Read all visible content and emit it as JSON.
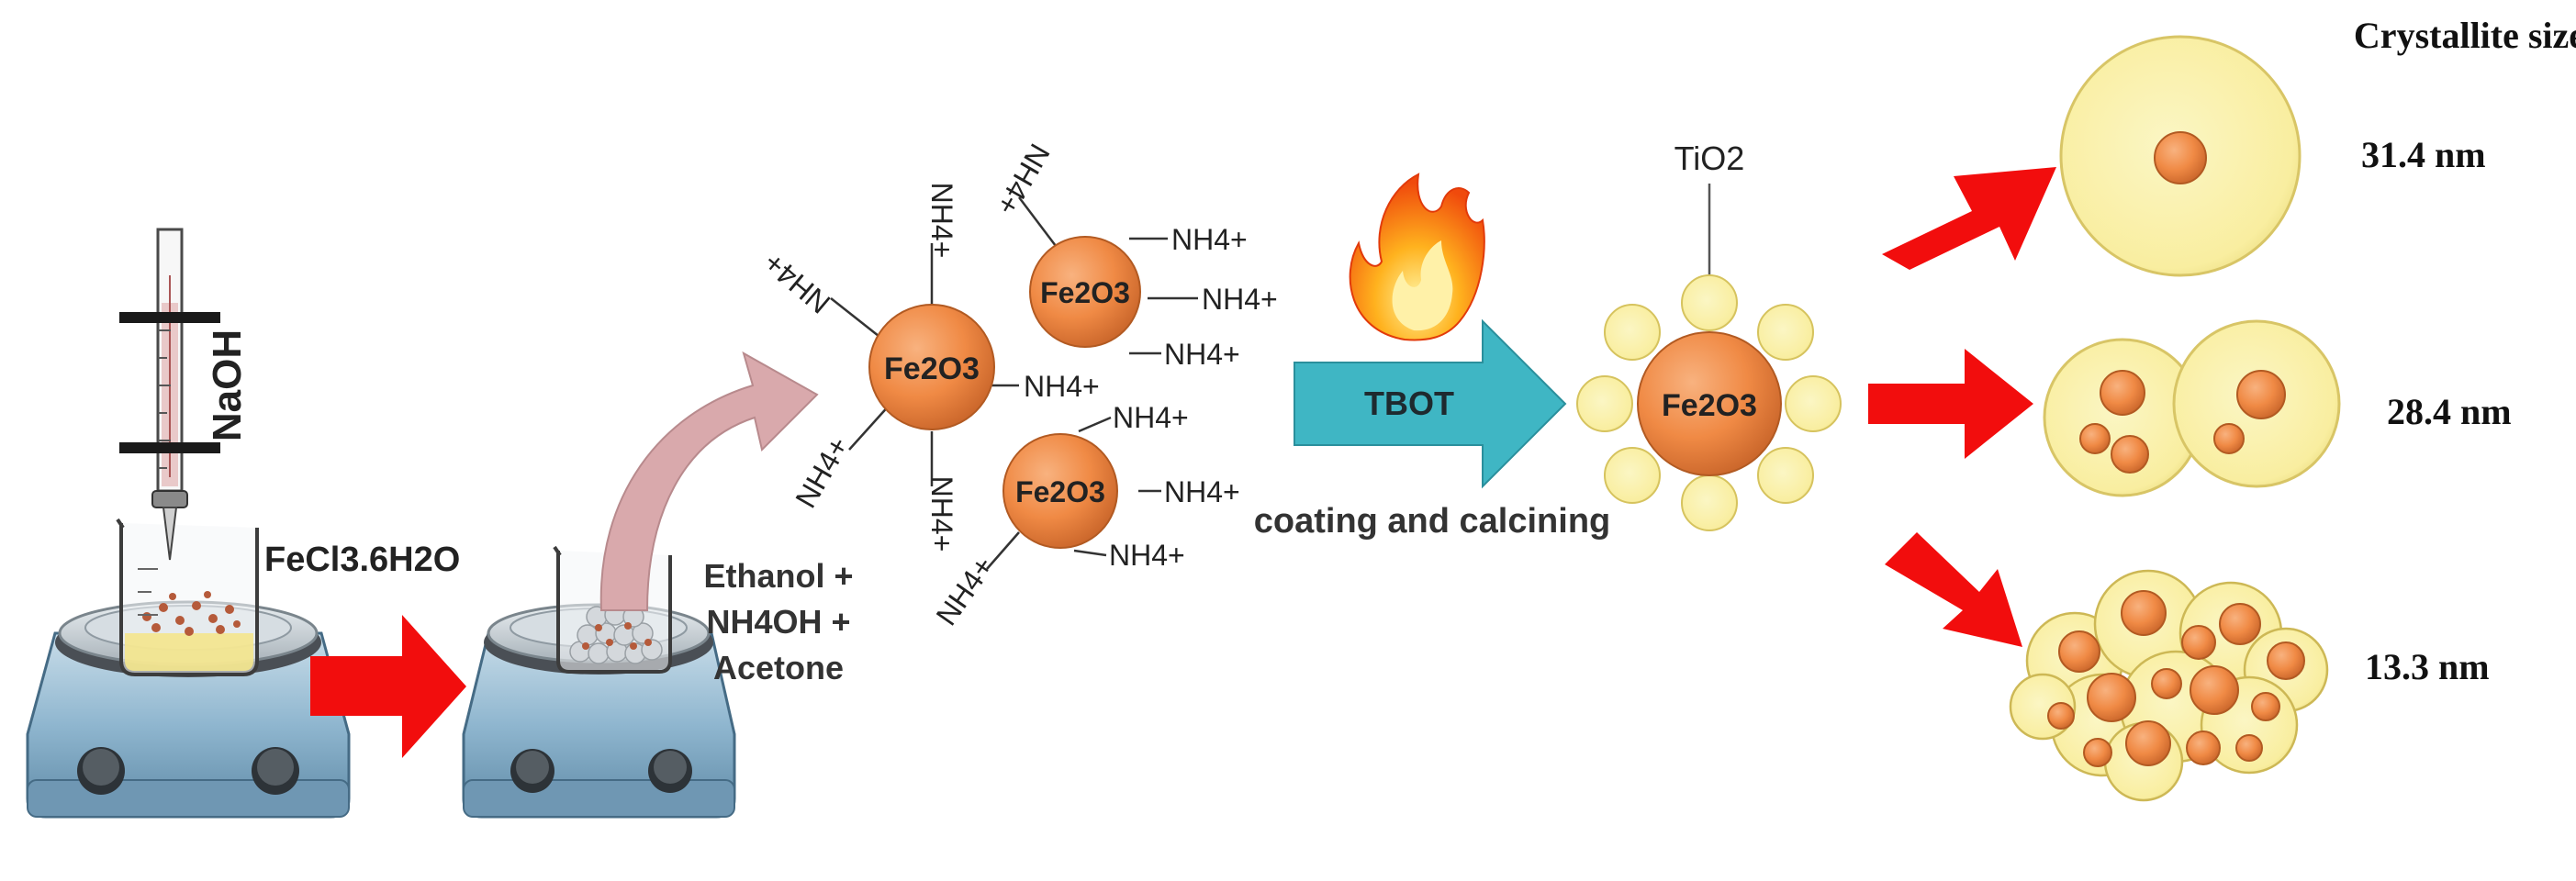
{
  "reagents": {
    "naoh": "NaOH",
    "fecl3": "FeCl3.6H2O",
    "solvent_line1": "Ethanol +",
    "solvent_line2": "NH4OH +",
    "solvent_line3": "Acetone"
  },
  "particles": {
    "core_label": "Fe2O3",
    "ligand_label": "NH4+",
    "shell_label": "TiO2"
  },
  "process": {
    "precursor": "TBOT",
    "step": "coating and calcining"
  },
  "results": {
    "heading": "Crystallite size",
    "sizes": [
      "31.4 nm",
      "28.4 nm",
      "13.3 nm"
    ]
  },
  "colors": {
    "arrow_red": "#f20d0d",
    "arrow_teal": "#3fb6c4",
    "arrow_pink": "#d9a9ac",
    "core_orange": "#f08a45",
    "shell_yellow": "#f9f0a3",
    "hotplate_blue": "#8fb6cf"
  }
}
